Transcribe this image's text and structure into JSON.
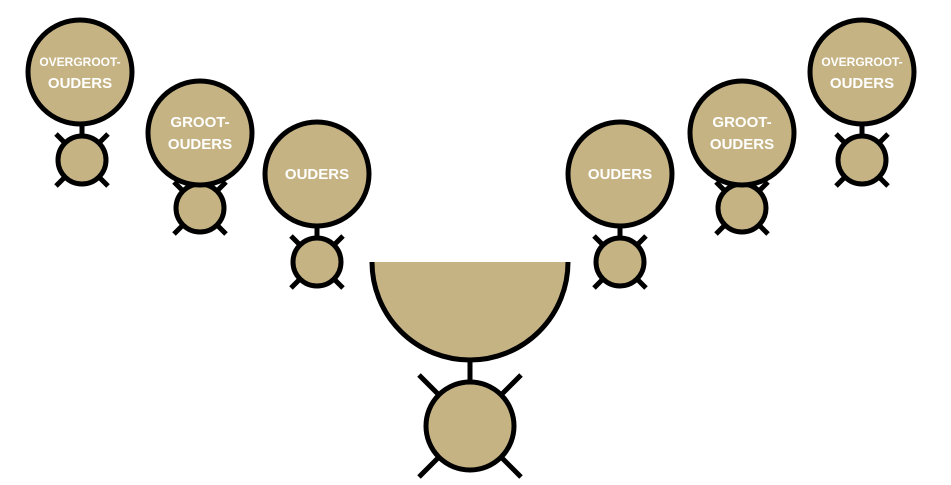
{
  "colors": {
    "fill": "#c5b383",
    "stroke": "#000000",
    "label": "#ffffff"
  },
  "nodes": [
    {
      "id": "overgrootouders-left",
      "lines": [
        "OVERGROOT-",
        "OUDERS"
      ]
    },
    {
      "id": "grootouders-left",
      "lines": [
        "GROOT-",
        "OUDERS"
      ]
    },
    {
      "id": "ouders-left",
      "lines": [
        "OUDERS"
      ]
    },
    {
      "id": "ouders-right",
      "lines": [
        "OUDERS"
      ]
    },
    {
      "id": "grootouders-right",
      "lines": [
        "GROOT-",
        "OUDERS"
      ]
    },
    {
      "id": "overgrootouders-right",
      "lines": [
        "OVERGROOT-",
        "OUDERS"
      ]
    }
  ]
}
